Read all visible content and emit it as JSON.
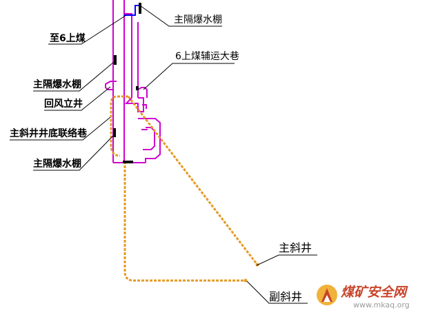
{
  "labels": {
    "main_barrier_top": "主隔爆水棚",
    "to_6r_coal": "至6上煤",
    "aux_roadway_6": "6上煤辅运大巷",
    "main_barrier_mid": "主隔爆水棚",
    "return_shaft": "回风立井",
    "incline_bottom_connect": "主斜井井底联络巷",
    "main_barrier_low": "主隔爆水棚",
    "main_incline": "主斜井",
    "aux_incline": "副斜井"
  },
  "watermark": {
    "brand": "煤矿安全网",
    "url": "www.mkaq.org"
  },
  "colors": {
    "roadway": "#d000d0",
    "incline": "#e49a22",
    "barrier": "#000000",
    "blue_link": "#0000ff",
    "leader": "#000000"
  }
}
